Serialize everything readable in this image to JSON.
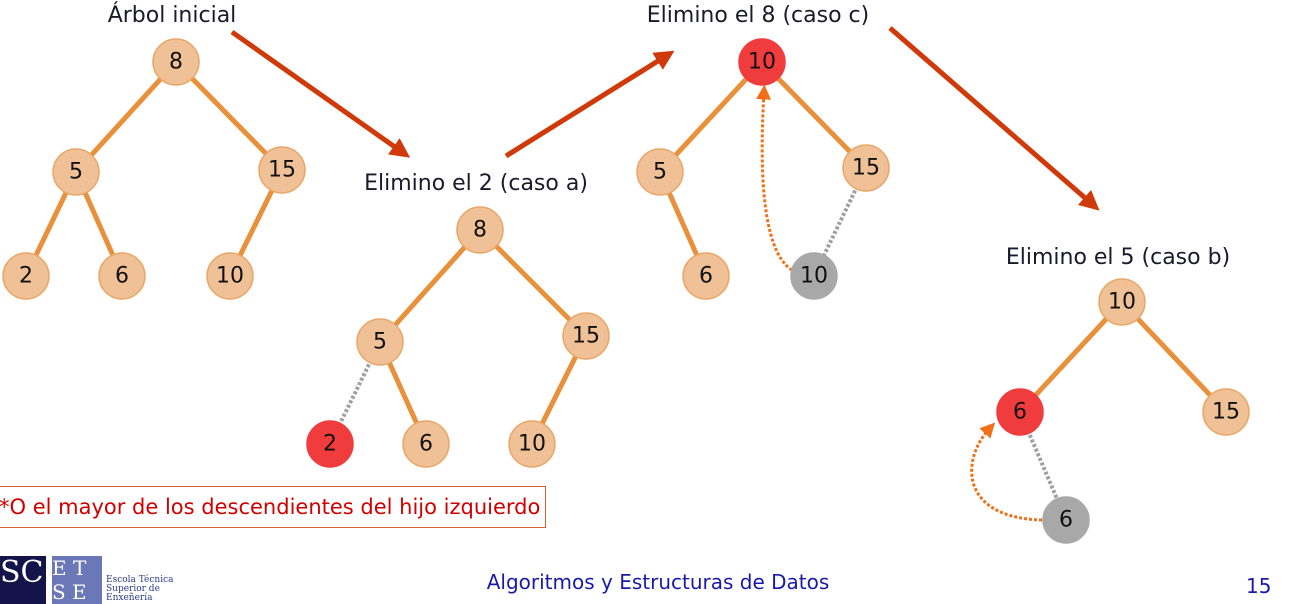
{
  "labels": {
    "initial": "Árbol inicial",
    "step_a": "Elimino el 2 (caso a)",
    "step_c": "Elimino el 8 (caso c)",
    "step_b": "Elimino el 5 (caso b)"
  },
  "trees": {
    "initial": [
      "8",
      "5",
      "15",
      "2",
      "6",
      "10"
    ],
    "step_a": [
      "8",
      "5",
      "15",
      "2",
      "6",
      "10"
    ],
    "step_c": [
      "10",
      "5",
      "15",
      "6",
      "10"
    ],
    "step_b": [
      "10",
      "6",
      "15",
      "6"
    ]
  },
  "node_states": {
    "step_a_deleted": "2",
    "step_c_replaced": "10",
    "step_b_replaced": "6"
  },
  "note": "*O el mayor de los descendientes del hijo izquierdo",
  "footer": {
    "title": "Algoritmos y Estructuras de Datos",
    "page": "15",
    "logo_usc": "SC",
    "logo_etse_letters": "E T S E",
    "logo_etse_text": [
      "Escola Técnica",
      "Superior de",
      "Enxeñería"
    ]
  },
  "colors": {
    "node": "#f0c096",
    "deleted": "#f03c3c",
    "moved": "#a8a8a8",
    "edge": "#e8903a",
    "arrow": "#d03a0a"
  }
}
